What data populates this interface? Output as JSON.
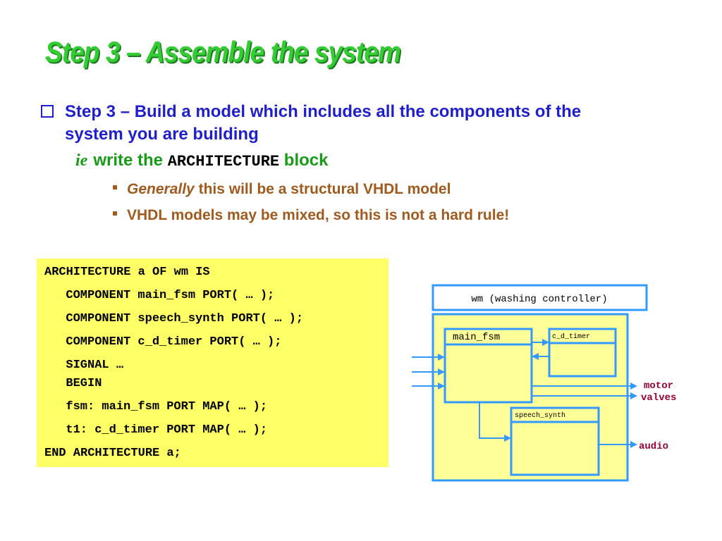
{
  "slide": {
    "title": "Step 3 – Assemble the system",
    "bullet": "Step 3 – Build a model which includes all the components of the system you are building",
    "ie": "ie",
    "write_the": "write the",
    "architecture_word": "ARCHITECTURE",
    "block_word": "block",
    "sub1_em": "Generally",
    "sub1_rest": "this will be a structural VHDL model",
    "sub2": "VHDL models may be mixed, so this is not a hard rule!"
  },
  "code": [
    "ARCHITECTURE a OF wm IS",
    "  COMPONENT main_fsm PORT( … );",
    "  COMPONENT speech_synth PORT( … );",
    "  COMPONENT c_d_timer PORT( … );",
    "  SIGNAL …",
    "  BEGIN",
    "  fsm: main_fsm PORT MAP( … );",
    "  t1: c_d_timer PORT MAP( … );",
    "END ARCHITECTURE a;"
  ],
  "diagram": {
    "header": "wm (washing controller)",
    "main_fsm": "main_fsm",
    "c_d_timer": "c_d_timer",
    "speech_synth": "speech_synth",
    "out_motor": "motor",
    "out_valves": "valves",
    "out_audio": "audio"
  },
  "colors": {
    "title_green": "#33cc33",
    "bullet_blue": "#1f1fcc",
    "sub_brown": "#a05a1e",
    "code_bg": "#ffff66",
    "diagram_blue": "#3399ff",
    "label_red": "#990033"
  }
}
